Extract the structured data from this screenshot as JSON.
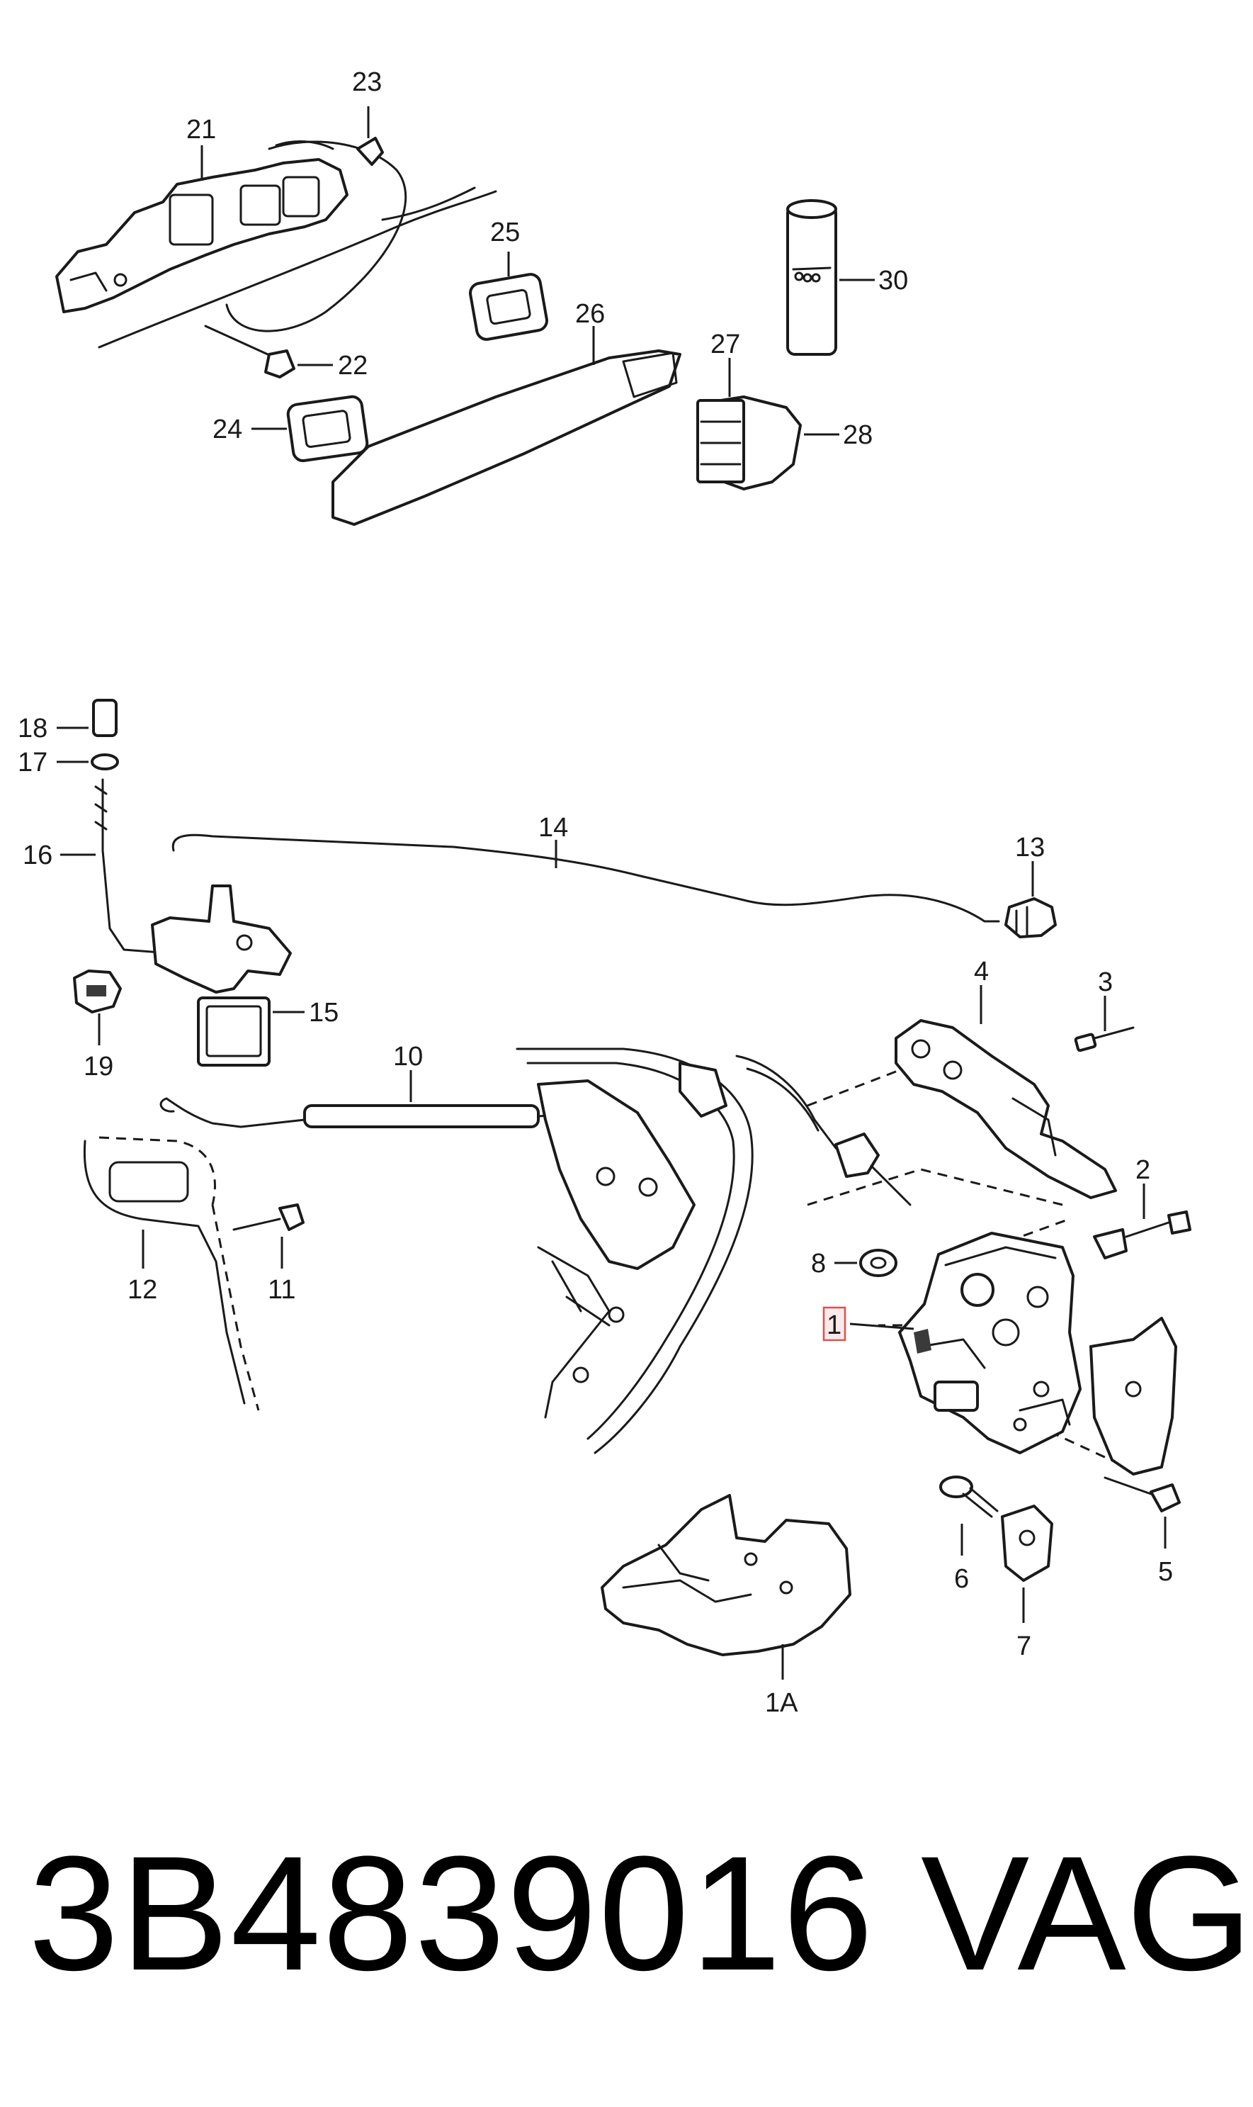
{
  "diagram": {
    "callouts": [
      "21",
      "23",
      "25",
      "30",
      "26",
      "27",
      "22",
      "24",
      "28",
      "18",
      "17",
      "16",
      "14",
      "13",
      "15",
      "19",
      "10",
      "4",
      "3",
      "12",
      "11",
      "2",
      "8",
      "1",
      "6",
      "5",
      "7",
      "1A"
    ],
    "highlighted": "1"
  },
  "footer": {
    "part_number": "3B4839016",
    "brand": "VAG"
  }
}
